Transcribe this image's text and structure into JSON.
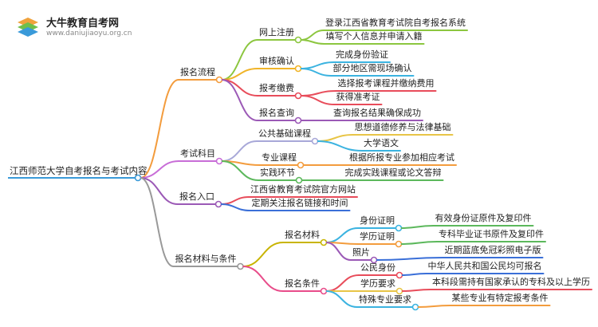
{
  "brand": {
    "name": "大牛教育自考网",
    "url": "www.daniujiaoyu.org.cn",
    "colors": {
      "icon_top": "#f0a23c",
      "icon_mid": "#6fbf4a",
      "icon_bottom": "#3a9ad9"
    }
  },
  "mindmap": {
    "root": "江西师范大学自考报名与考试内容",
    "branches": [
      {
        "label": "报名流程",
        "color": "#f39c3d",
        "children": [
          {
            "label": "网上注册",
            "color": "#8cc63f",
            "children": [
              {
                "label": "登录江西省教育考试院自考报名系统",
                "color": "#8cc63f"
              },
              {
                "label": "填写个人信息并申请入籍",
                "color": "#8cc63f"
              }
            ]
          },
          {
            "label": "审核确认",
            "color": "#f0b429",
            "children": [
              {
                "label": "完成身份验证",
                "color": "#3bb3e0"
              },
              {
                "label": "部分地区需现场确认",
                "color": "#3bb3e0"
              }
            ]
          },
          {
            "label": "报考缴费",
            "color": "#e84c5a",
            "children": [
              {
                "label": "选择报考课程并缴纳费用",
                "color": "#e84c5a"
              },
              {
                "label": "获得准考证",
                "color": "#e84c5a"
              }
            ]
          },
          {
            "label": "报名查询",
            "color": "#9b59b6",
            "children": [
              {
                "label": "查询报名结果确保成功",
                "color": "#9b59b6"
              }
            ]
          }
        ]
      },
      {
        "label": "考试科目",
        "color": "#c86dd7",
        "children": [
          {
            "label": "公共基础课程",
            "color": "#a8a8d8",
            "children": [
              {
                "label": "思想道德修养与法律基础",
                "color": "#e8c547"
              },
              {
                "label": "大学语文",
                "color": "#3bb3e0"
              }
            ]
          },
          {
            "label": "专业课程",
            "color": "#f39c3d",
            "children": [
              {
                "label": "根据所报专业参加相应考试",
                "color": "#f39c3d"
              }
            ]
          },
          {
            "label": "实践环节",
            "color": "#5cb85c",
            "children": [
              {
                "label": "完成实践课程或论文答辩",
                "color": "#5cb85c"
              }
            ]
          }
        ]
      },
      {
        "label": "报名入口",
        "color": "#9b59b6",
        "children": [
          {
            "label": "江西省教育考试院官方网站",
            "color": "#e84c5a",
            "children": []
          },
          {
            "label": "定期关注报名链接和时间",
            "color": "#3a6fd8",
            "children": []
          }
        ]
      },
      {
        "label": "报名材料与条件",
        "color": "#999999",
        "children": [
          {
            "label": "报名材料",
            "color": "#c8b400",
            "children": [
              {
                "label": "身份证明",
                "color": "#3bb3e0",
                "children": [
                  {
                    "label": "有效身份证原件及复印件",
                    "color": "#5cb85c"
                  }
                ]
              },
              {
                "label": "学历证明",
                "color": "#f39c3d",
                "children": [
                  {
                    "label": "专科毕业证书原件及复印件",
                    "color": "#5cb85c"
                  }
                ]
              },
              {
                "label": "照片",
                "color": "#9b59b6",
                "children": [
                  {
                    "label": "近期蓝底免冠彩照电子版",
                    "color": "#3a6fd8"
                  }
                ]
              }
            ]
          },
          {
            "label": "报名条件",
            "color": "#e84c8a",
            "children": [
              {
                "label": "公民身份",
                "color": "#e84c5a",
                "children": [
                  {
                    "label": "中华人民共和国公民均可报名",
                    "color": "#3a6fd8"
                  }
                ]
              },
              {
                "label": "学历要求",
                "color": "#e8c547",
                "children": [
                  {
                    "label": "本科段需持有国家承认的专科及以上学历",
                    "color": "#e84c5a"
                  }
                ]
              },
              {
                "label": "特殊专业要求",
                "color": "#3bb3e0",
                "children": [
                  {
                    "label": "某些专业有特定报考条件",
                    "color": "#f39c3d"
                  }
                ]
              }
            ]
          }
        ]
      }
    ]
  }
}
